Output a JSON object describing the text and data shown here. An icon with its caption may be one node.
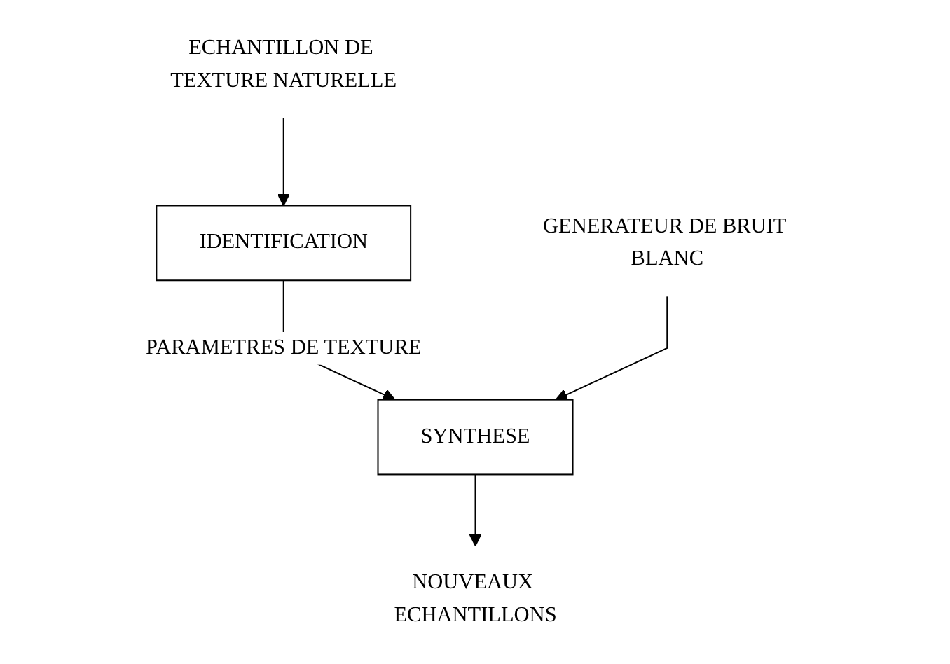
{
  "diagram": {
    "nodes": [
      {
        "text": [
          "GENERATEUR DE BRUIT BLANC"
        ]
      },
      {
        "text": [
          "IDENTIFICATION"
        ]
      },
      {
        "text": [
          "SYNTHESE"
        ]
      },
      {
        "text": [
          "ECHANTILLON DE TEXTURE NATURELLE"
        ]
      },
      {
        "text": [
          "NOUVEAUX ECHANTILLONS"
        ]
      }
    ],
    "edges": [
      {
        "from": 1,
        "to": 2,
        "arrow": "to",
        "label": "PARAMETRES DE TEXTURE"
      },
      {
        "from": 0,
        "to": 2,
        "arrow": "to"
      },
      {
        "from": 3,
        "to": 1,
        "arrow": "to"
      },
      {
        "from": 2,
        "to": 4,
        "arrow": "to"
      }
    ]
  }
}
